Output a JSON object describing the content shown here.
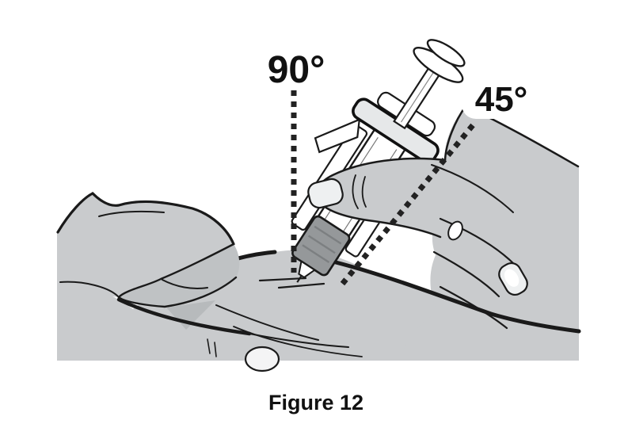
{
  "figure": {
    "caption": "Figure 12",
    "labels": {
      "angle_90": "90°",
      "angle_45": "45°"
    }
  },
  "colors": {
    "background": "#ffffff",
    "skin": "#c9cbcd",
    "skin_shadow": "#b7babc",
    "fold_shadow": "#bfc2c4",
    "outline": "#1a1a1a",
    "dotted_line": "#222222",
    "needle_hub": "#95989a",
    "flange": "#e6e8e9",
    "nail": "#eef0f1",
    "device": "#ffffff",
    "text": "#111111"
  }
}
